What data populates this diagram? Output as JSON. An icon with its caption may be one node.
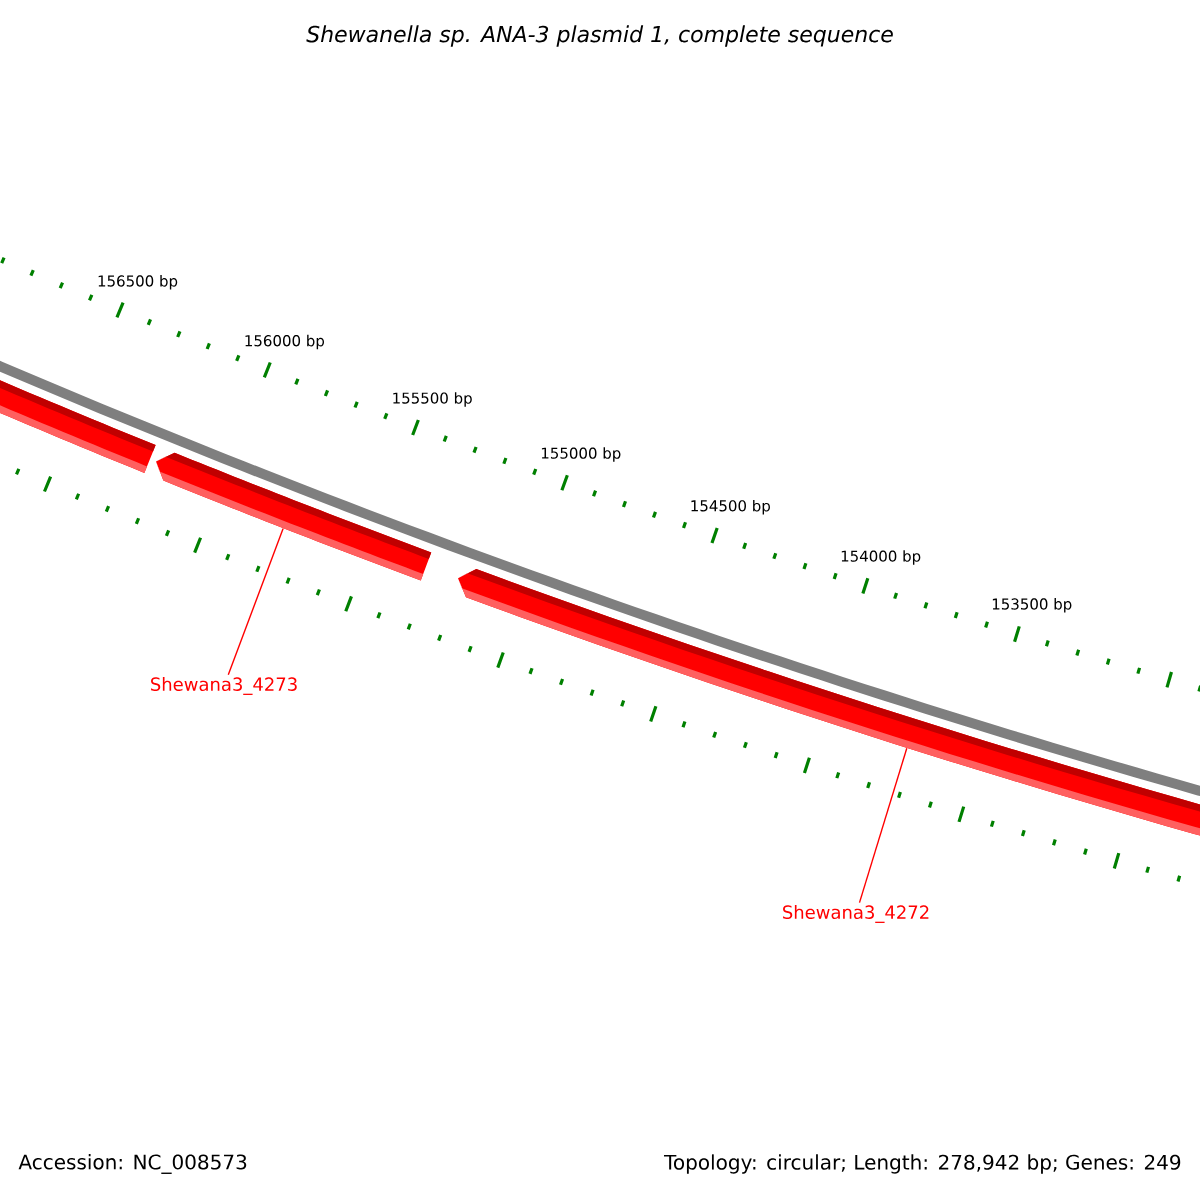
{
  "diagram": {
    "title": "Shewanella sp. ANA-3 plasmid 1, complete sequence",
    "nodes": [
      {
        "text": [],
        "shape": "bar"
      },
      {
        "text": [],
        "shape": "bar"
      },
      {
        "text": [
          "Shewana3_4273"
        ]
      },
      {
        "text": [
          "Shewana3_4272"
        ]
      }
    ],
    "edges": [
      {
        "from": 2,
        "to": 0,
        "arrow": "none"
      },
      {
        "from": 3,
        "to": 1,
        "arrow": "none"
      }
    ],
    "labels": [
      "156500 bp",
      "156000 bp",
      "155500 bp",
      "155000 bp",
      "154500 bp",
      "154000 bp",
      "153500 bp",
      "Accession: NC_008573",
      "Topology: circular; Length: 278,942 bp; Genes: 249"
    ]
  }
}
